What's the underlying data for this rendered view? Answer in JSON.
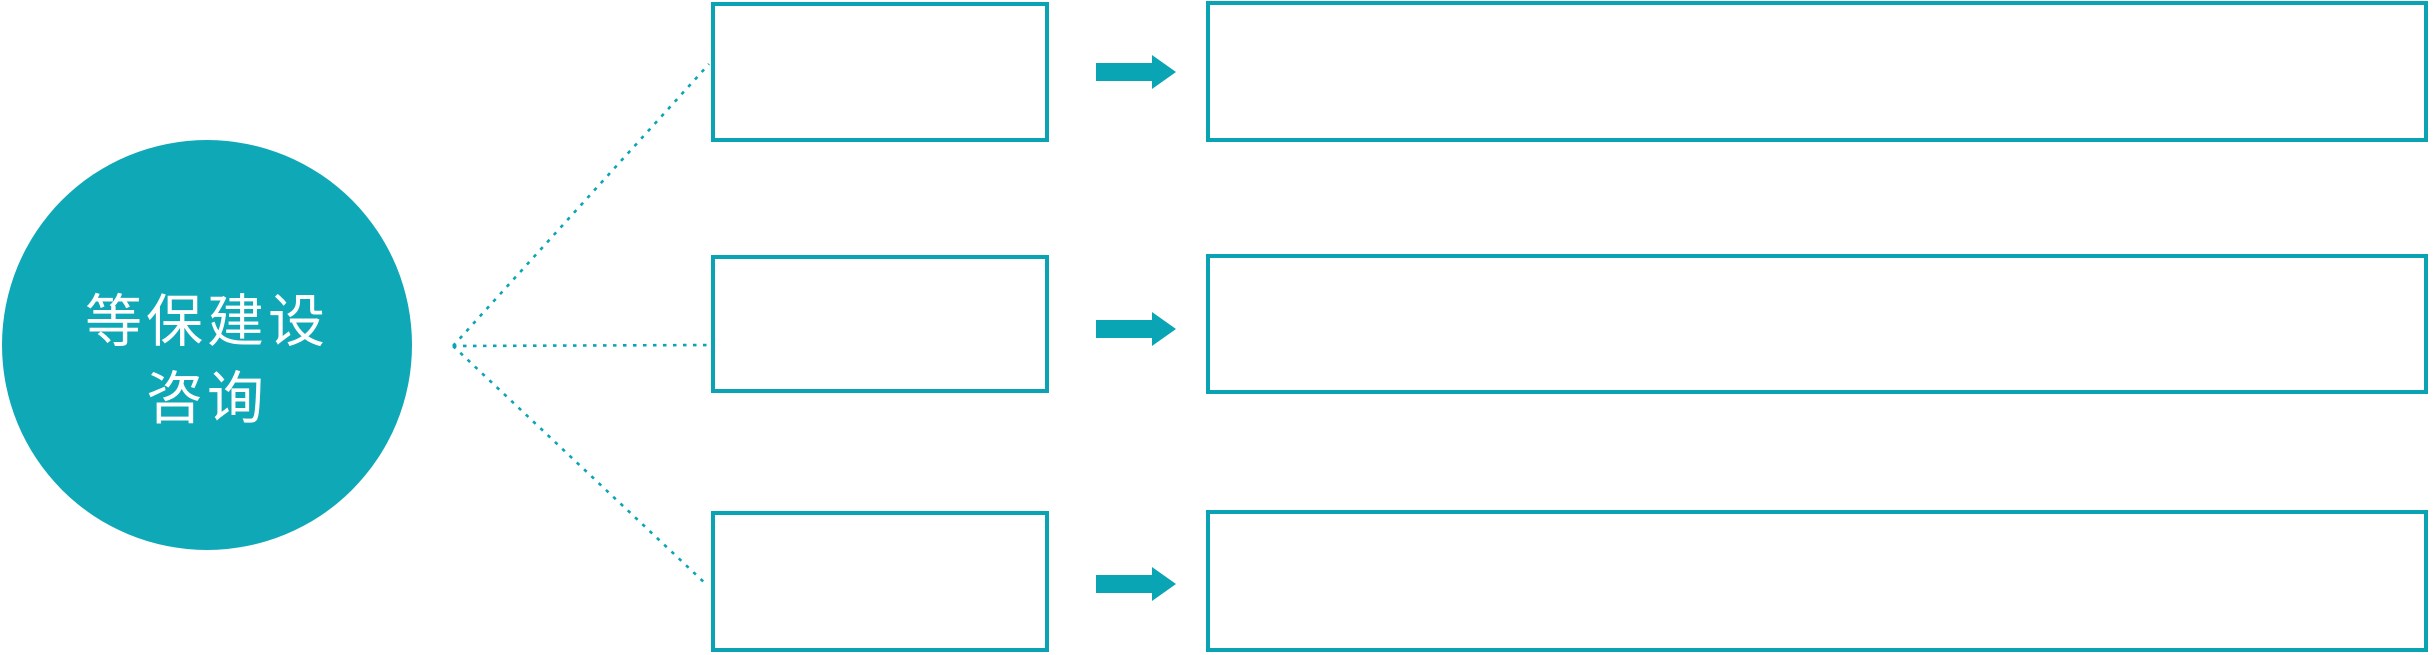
{
  "diagram": {
    "root": {
      "label_line1": "等保建设",
      "label_line2": "咨询"
    },
    "branches": [
      {
        "box_label": "",
        "detail_label": ""
      },
      {
        "box_label": "",
        "detail_label": ""
      },
      {
        "box_label": "",
        "detail_label": ""
      }
    ],
    "icons": {
      "arrow": "arrow-right-icon",
      "connector": "dotted-line-connector"
    },
    "colors": {
      "accent": "#0aa5b5",
      "circle_fill": "#0fa8b7",
      "box_border": "#0aa3b3",
      "background": "#ffffff",
      "text_on_accent": "#ffffff"
    }
  }
}
